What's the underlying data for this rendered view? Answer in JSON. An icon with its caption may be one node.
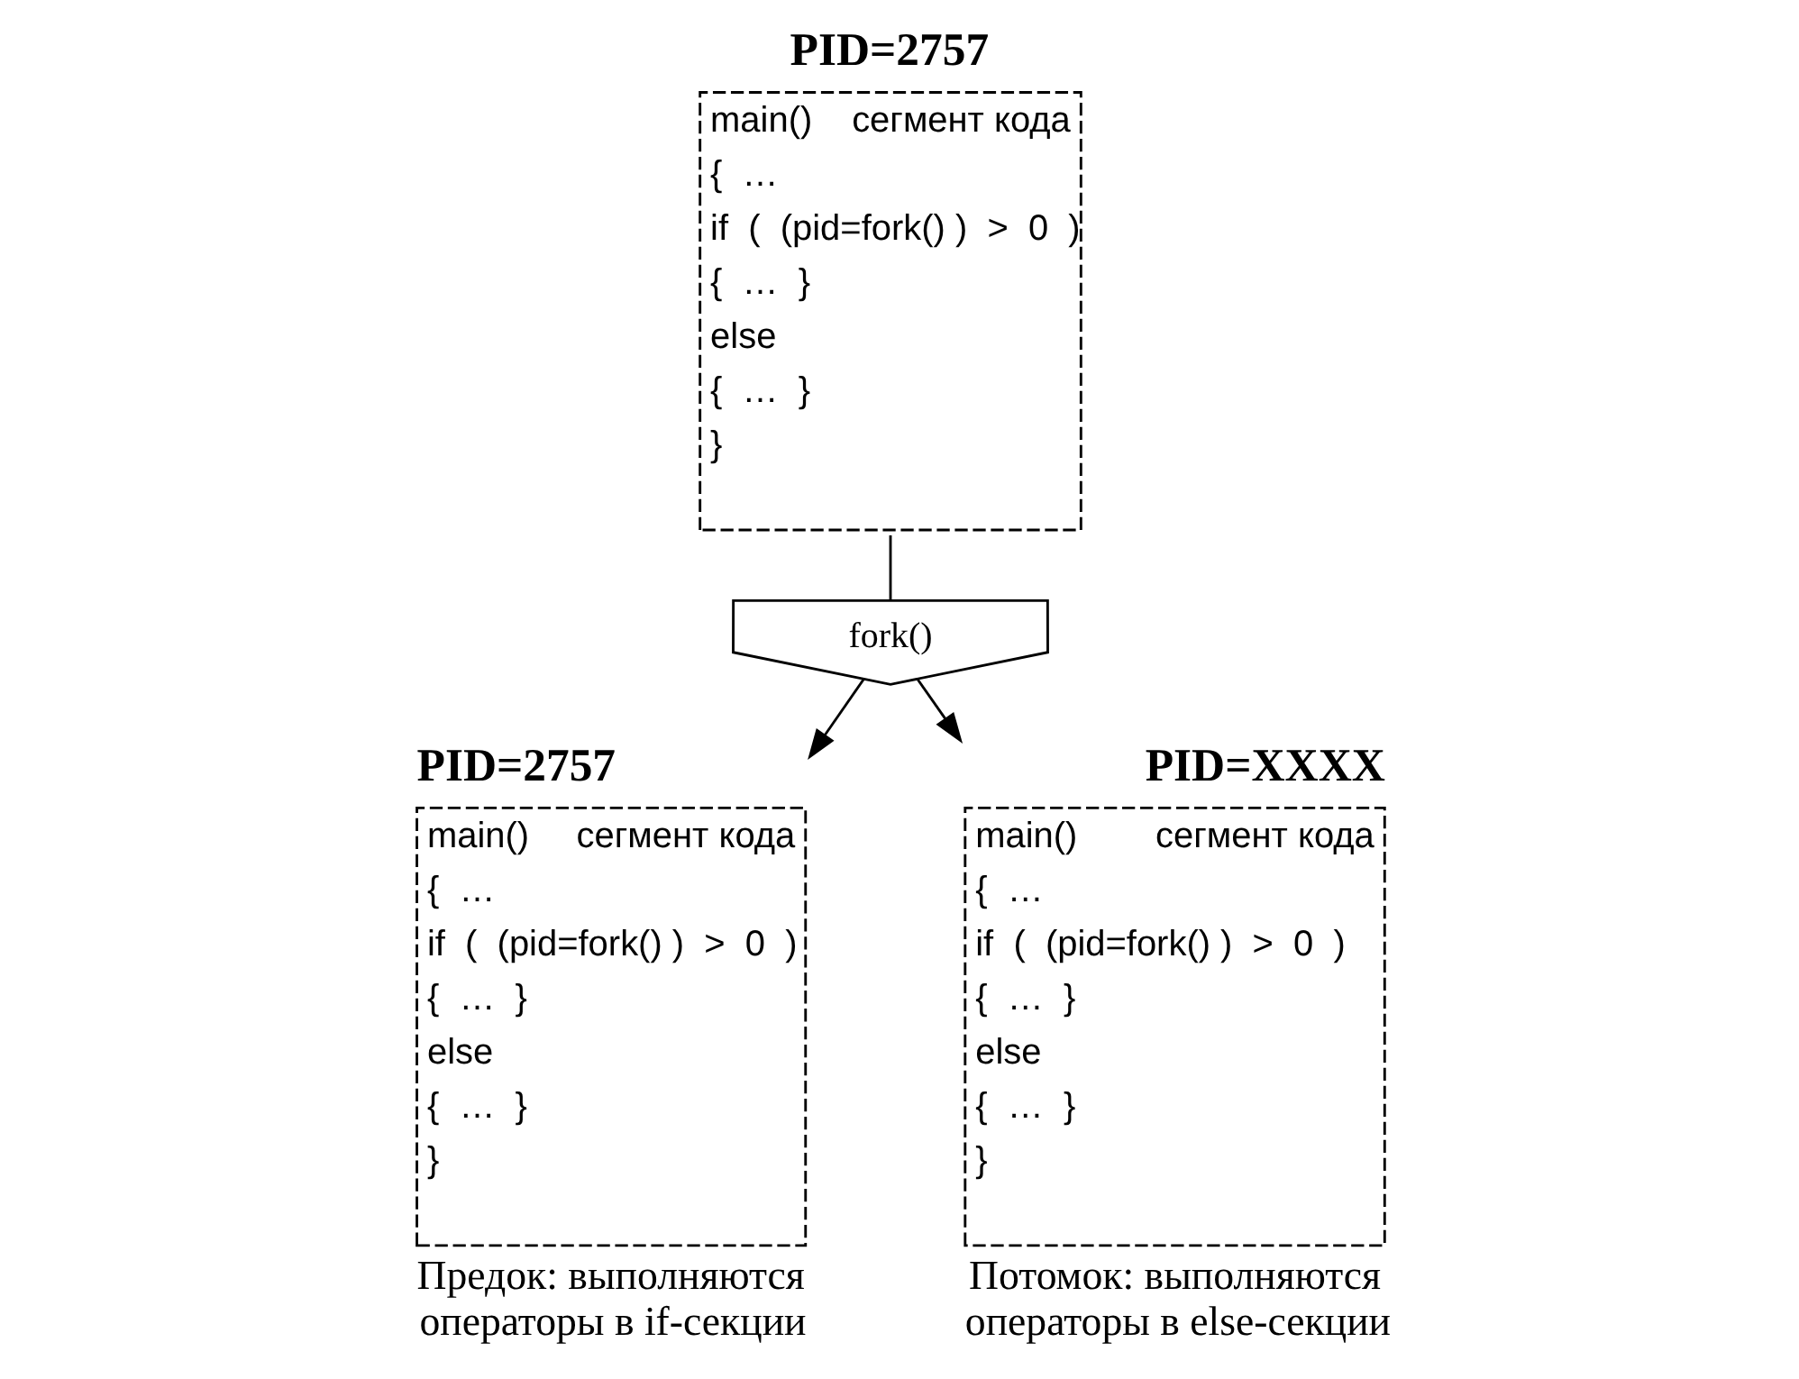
{
  "diagram": {
    "nodes": [
      {
        "text": [
          "PID=2757",
          "main()",
          "сегмент кода",
          "{  …",
          "if  (  (pid=fork() )  >  0  )",
          "{  …  }",
          "else",
          "{  …  }",
          "}"
        ]
      },
      {
        "text": [
          "fork()"
        ]
      },
      {
        "text": [
          "PID=2757",
          "main()",
          "сегмент кода",
          "{  …",
          "if  (  (pid=fork() )  >  0  )",
          "{  …  }",
          "else",
          "{  …  }",
          "}"
        ],
        "beside": [
          "Предок: выполняются операторы в if-секции"
        ]
      },
      {
        "text": [
          "PID=XXXX",
          "main()",
          "сегмент кода",
          "{  …",
          "if  (  (pid=fork() )  >  0  )",
          "{  …  }",
          "else",
          "{  …  }",
          "}"
        ],
        "beside": [
          "Потомок: выполняются операторы в else-секции"
        ]
      }
    ],
    "edges": [
      {
        "from": 0,
        "to": 1,
        "arrow": "none"
      },
      {
        "from": 1,
        "to": 2,
        "arrow": "to"
      },
      {
        "from": 1,
        "to": 3,
        "arrow": "to"
      }
    ]
  }
}
